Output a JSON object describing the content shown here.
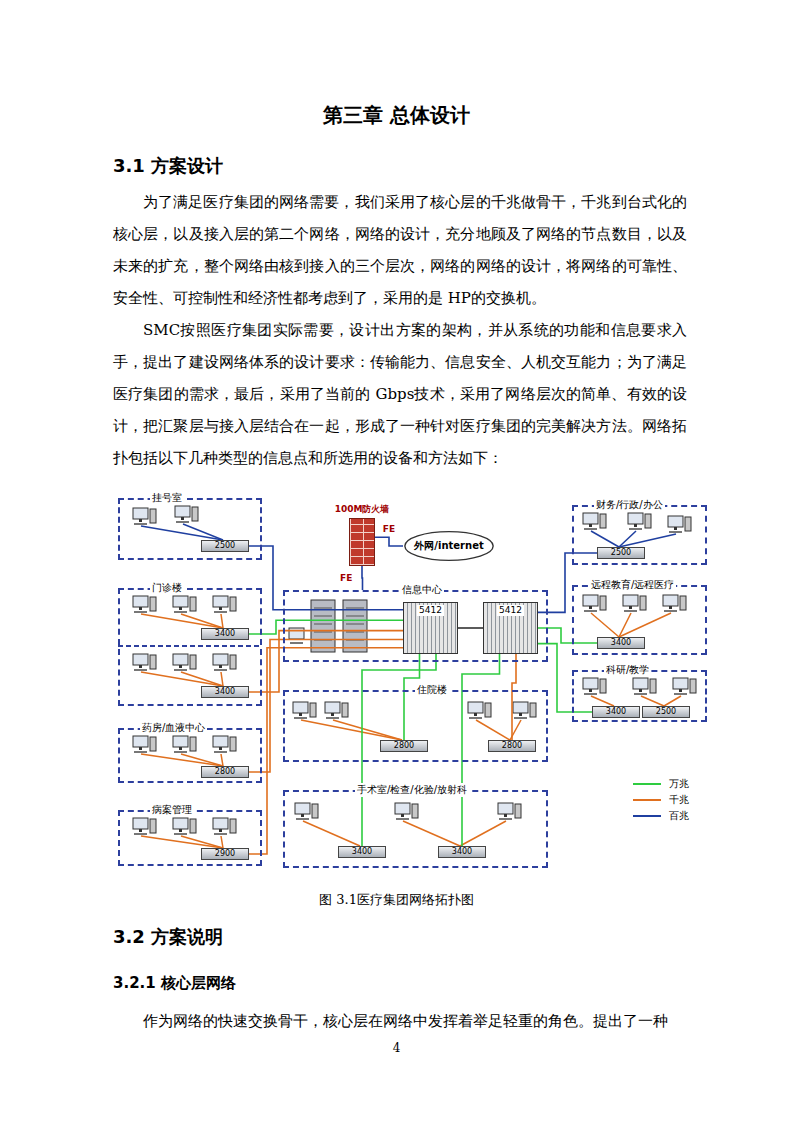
{
  "diagram": {
    "title": "第三章 总体设计",
    "caption": "图 3.1医疗集团网络拓扑图",
    "nodes": [
      {
        "text": [
          "挂号室"
        ]
      },
      {
        "text": [
          "2500"
        ],
        "in": 0
      },
      {
        "text": [
          "门诊楼"
        ]
      },
      {
        "text": [
          "3400"
        ],
        "in": 2
      },
      {
        "text": [
          "3400"
        ],
        "in": 2
      },
      {
        "text": [
          "药房/血液中心"
        ]
      },
      {
        "text": [
          "2800"
        ],
        "in": 5
      },
      {
        "text": [
          "病案管理"
        ]
      },
      {
        "text": [
          "2900"
        ],
        "in": 7
      },
      {
        "text": [
          "100M防火墙"
        ]
      },
      {
        "text": [
          "外网/internet"
        ]
      },
      {
        "text": [
          "信息中心"
        ]
      },
      {
        "text": [
          "5412"
        ],
        "in": 11
      },
      {
        "text": [
          "5412"
        ],
        "in": 11
      },
      {
        "text": [
          "住院楼"
        ]
      },
      {
        "text": [
          "2800"
        ],
        "in": 14
      },
      {
        "text": [
          "2800"
        ],
        "in": 14
      },
      {
        "text": [
          "手术室/检查/化验/放射科"
        ]
      },
      {
        "text": [
          "3400"
        ],
        "in": 17
      },
      {
        "text": [
          "3400"
        ],
        "in": 17
      },
      {
        "text": [
          "财务/行政/办公"
        ]
      },
      {
        "text": [
          "2500"
        ],
        "in": 20
      },
      {
        "text": [
          "远程教育/远程医疗"
        ]
      },
      {
        "text": [
          "3400"
        ],
        "in": 22
      },
      {
        "text": [
          "科研/教学"
        ]
      },
      {
        "text": [
          "3400"
        ],
        "in": 24
      },
      {
        "text": [
          "2500"
        ],
        "in": 24
      }
    ],
    "edges": [
      {
        "from": 1,
        "to": 12,
        "arrow": "none"
      },
      {
        "from": 3,
        "to": 12,
        "arrow": "none"
      },
      {
        "from": 4,
        "to": 12,
        "arrow": "none"
      },
      {
        "from": 6,
        "to": 12,
        "arrow": "none"
      },
      {
        "from": 8,
        "to": 12,
        "arrow": "none"
      },
      {
        "from": 15,
        "to": 12,
        "arrow": "none"
      },
      {
        "from": 16,
        "to": 13,
        "arrow": "none"
      },
      {
        "from": 18,
        "to": 12,
        "arrow": "none"
      },
      {
        "from": 19,
        "to": 13,
        "arrow": "none"
      },
      {
        "from": 21,
        "to": 13,
        "arrow": "none"
      },
      {
        "from": 23,
        "to": 13,
        "arrow": "none"
      },
      {
        "from": 25,
        "to": 13,
        "arrow": "none"
      },
      {
        "from": 12,
        "to": 13,
        "arrow": "none"
      },
      {
        "from": 9,
        "to": 11,
        "label": "FE",
        "arrow": "none"
      },
      {
        "from": 9,
        "to": 10,
        "label": "FE",
        "arrow": "none"
      }
    ],
    "labels": [
      "3.1 方案设计",
      "为了满足医疗集团的网络需要，我们采用了核心层的千兆做骨干，千兆到台式化的核心层，以及接入层的第二个网络，网络的设计，充分地顾及了网络的节点数目，以及未来的扩充，整个网络由核到接入的三个层次，网络的网络的设计，将网络的可靠性、安全性、可控制性和经济性都考虑到了，采用的是 HP的交换机。",
      "SMC按照医疗集团实际需要，设计出方案的架构，并从系统的功能和信息要求入手，提出了建设网络体系的设计要求：传输能力、信息安全、人机交互能力；为了满足医疗集团的需求，最后，采用了当前的 Gbps技术，采用了网络层次的简单、有效的设计，把汇聚层与接入层结合在一起，形成了一种针对医疗集团的完美解决方法。网络拓扑包括以下几种类型的信息点和所选用的设备和方法如下：",
      "3.2 方案说明",
      "3.2.1 核心层网络",
      "作为网络的快速交换骨干，核心层在网络中发挥着举足轻重的角色。提出了一种",
      "4"
    ],
    "legend": [
      {
        "text": "万兆"
      },
      {
        "text": "千兆"
      },
      {
        "text": "百兆"
      }
    ]
  }
}
